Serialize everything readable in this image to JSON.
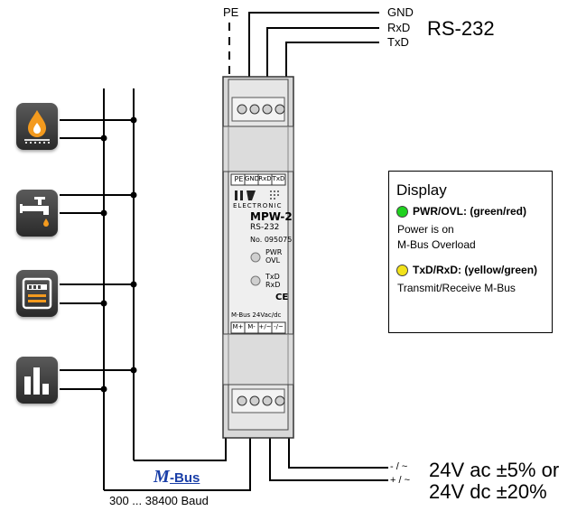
{
  "top_labels": {
    "pe": "PE",
    "gnd": "GND",
    "rxd": "RxD",
    "txd": "TxD",
    "protocol": "RS-232"
  },
  "device": {
    "top_terminal_labels": [
      "PE",
      "GND",
      "RxD",
      "TxD"
    ],
    "brand": "ELECTRONIC",
    "model": "MPW-2",
    "interface": "RS-232",
    "serial": "No. 095075",
    "led1_label_line1": "PWR",
    "led1_label_line2": "OVL",
    "led2_label_line1": "TxD",
    "led2_label_line2": "RxD",
    "ce_mark": "CE",
    "bottom_header": "M-Bus 24Vac/dc",
    "bottom_terminal_labels": [
      "M+",
      "M-",
      "+/~",
      "-/~"
    ]
  },
  "display_box": {
    "title": "Display",
    "pwr_label": "PWR/OVL: (green/red)",
    "pwr_line1": "Power is on",
    "pwr_line2": "M-Bus Overload",
    "txrx_label": "TxD/RxD: (yellow/green)",
    "txrx_line1": "Transmit/Receive M-Bus",
    "colors": {
      "green": "#1fd21f",
      "yellow": "#f2e21a"
    }
  },
  "meters": [
    {
      "icon": "heat-meter-icon"
    },
    {
      "icon": "water-meter-icon"
    },
    {
      "icon": "electricity-meter-icon"
    },
    {
      "icon": "statistics-icon"
    }
  ],
  "power_labels": {
    "minus": "- / ~",
    "plus": "+ / ~",
    "line1": "24V ac ±5% or",
    "line2": "24V dc ±20%"
  },
  "mbus": {
    "logo_m": "M",
    "logo_bus": "-Bus",
    "baud": "300 ... 38400 Baud",
    "logo_color": "#1a3fa8"
  }
}
